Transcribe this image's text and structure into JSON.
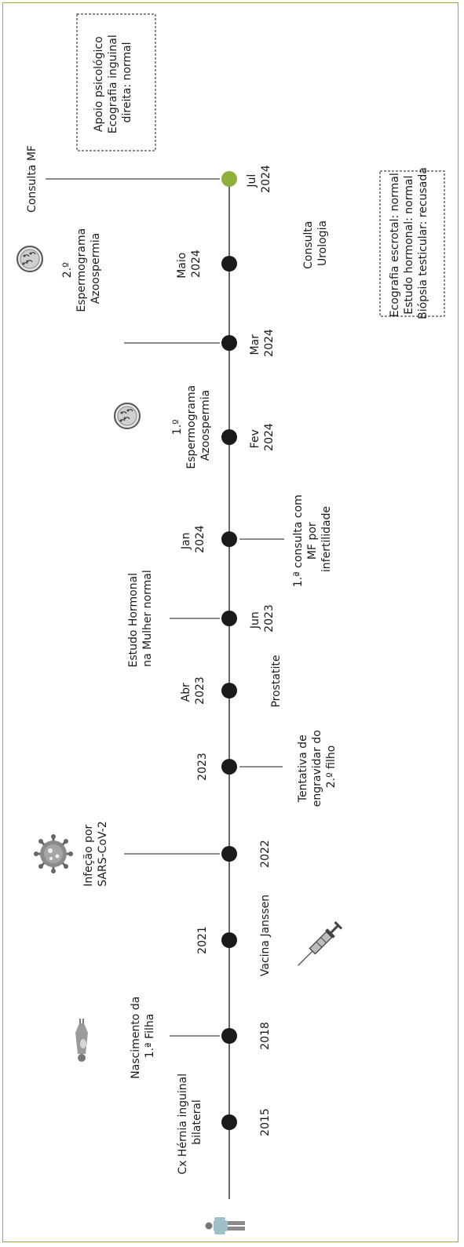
{
  "timeline": {
    "events": [
      {
        "date_label": "2015",
        "event_lines": [
          "Cx Hérnia inguinal",
          "bilateral"
        ],
        "marker": "black"
      },
      {
        "date_label": "2018",
        "event_lines": [
          "Nascimento da",
          "1.ª Filha"
        ],
        "marker": "black"
      },
      {
        "date_label": "2021",
        "event_lines": [
          "Vacina Janssen"
        ],
        "marker": "black"
      },
      {
        "date_label": "2022",
        "event_lines": [
          "Infeção por",
          "SARS-CoV-2"
        ],
        "marker": "black"
      },
      {
        "date_label": "2023",
        "event_lines": [
          "Tentativa de",
          "engravidar do",
          "2.º filho"
        ],
        "marker": "black"
      },
      {
        "date_label": "Abr 2023",
        "event_lines": [
          "Prostatite"
        ],
        "marker": "black"
      },
      {
        "date_label": "Jun 2023",
        "event_lines": [
          "Estudo Hormonal",
          "na Mulher normal"
        ],
        "marker": "black"
      },
      {
        "date_label": "Jan 2024",
        "event_lines": [
          "1.ª consulta com",
          "MF por",
          "infertilidade"
        ],
        "marker": "black"
      },
      {
        "date_label": "Fev 2024",
        "event_lines": [
          "1.º",
          "Espermograma",
          "Azoospermia"
        ],
        "marker": "black"
      },
      {
        "date_label": "Mar 2024",
        "event_lines": [
          "2.º",
          "Espermograma",
          "Azoospermia"
        ],
        "marker": "black"
      },
      {
        "date_label": "Maio 2024",
        "event_lines": [
          "Consulta",
          "Urologia"
        ],
        "marker": "black"
      },
      {
        "date_label": "Jul 2024",
        "event_lines": [
          "Consulta MF"
        ],
        "marker": "green"
      }
    ],
    "boxes": {
      "urology_results": [
        "Ecografia escrotal: normal",
        "Estudo hormonal: normal",
        "Biópsia testicular: recusada"
      ],
      "mf_results": [
        "Apoio psicológico",
        "Ecografia inguinal",
        "direita: normal"
      ]
    },
    "icons": [
      "patient-icon",
      "woman-with-baby-icon",
      "syringe-icon",
      "virus-icon",
      "sperm-sample-icon"
    ],
    "colors": {
      "frame": "#8fb03a",
      "current_marker": "#8fb03a",
      "marker": "#1a1a1a"
    }
  }
}
